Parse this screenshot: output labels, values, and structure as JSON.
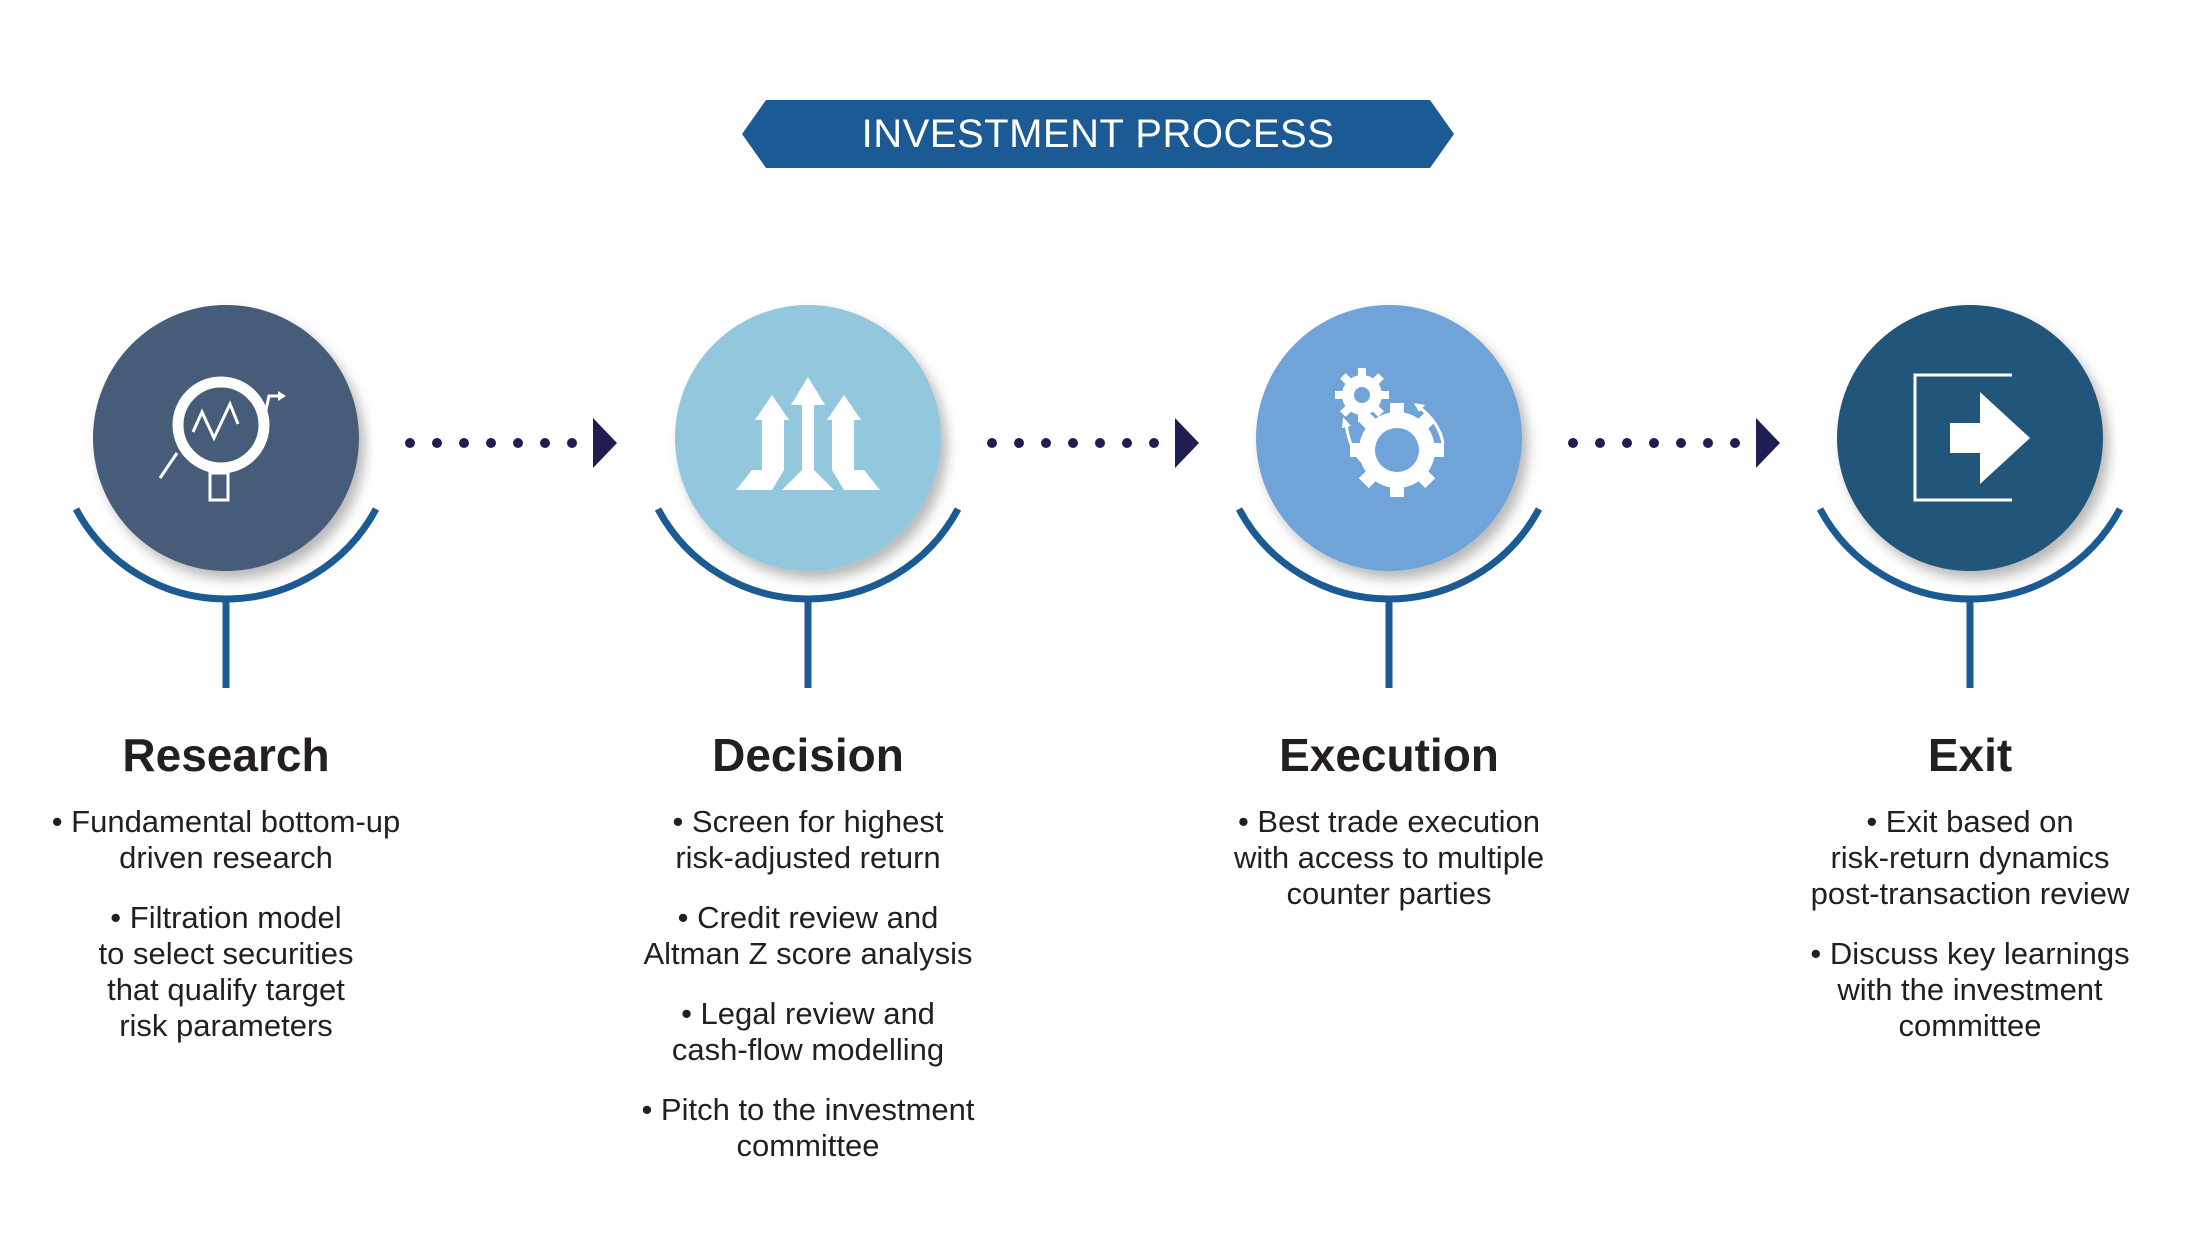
{
  "title": "INVESTMENT PROCESS",
  "colors": {
    "banner": "#1b5a94",
    "connector": "#1c5a94",
    "dots": "#1e1f50",
    "text": "#231f20"
  },
  "steps": [
    {
      "heading": "Research",
      "icon": "magnifier-chart-icon",
      "color": "#465b78",
      "bullets": [
        "• Fundamental bottom-up\ndriven research",
        "• Filtration model\nto select securities\nthat qualify target\nrisk parameters"
      ]
    },
    {
      "heading": "Decision",
      "icon": "converging-arrows-icon",
      "color": "#92c7dd",
      "bullets": [
        "• Screen for highest\nrisk-adjusted return",
        "• Credit review and\nAltman Z score analysis",
        "• Legal review and\ncash-flow modelling",
        "• Pitch to the investment\ncommittee"
      ]
    },
    {
      "heading": "Execution",
      "icon": "gears-icon",
      "color": "#70a3d7",
      "bullets": [
        "• Best trade execution\nwith access to multiple\ncounter parties"
      ]
    },
    {
      "heading": "Exit",
      "icon": "exit-arrow-icon",
      "color": "#22557a",
      "bullets": [
        "• Exit based on\nrisk-return dynamics\npost-transaction review",
        "• Discuss key learnings\nwith the investment\ncommittee"
      ]
    }
  ]
}
